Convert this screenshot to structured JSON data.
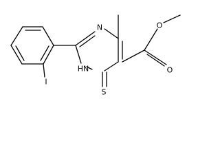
{
  "molecule": {
    "atoms": {
      "n_ring_top": "N",
      "nh_ring": "HN",
      "iodine": "I",
      "sulfur": "S",
      "ester_ether_o": "O",
      "ester_carbonyl_o": "O"
    }
  }
}
